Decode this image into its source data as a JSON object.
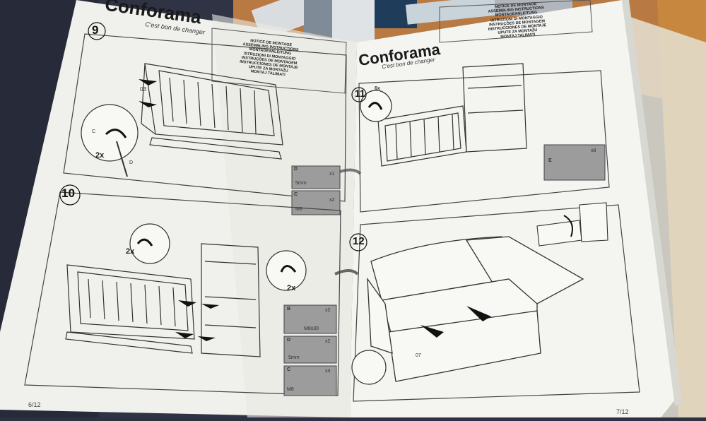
{
  "left_page": {
    "brand": "Conforama",
    "tagline": "C'est bon de changer",
    "notice": [
      "NOTICE DE MONTAGE",
      "ASSEMBLING INSTRUCTIONS",
      "MONTAGEANLEITUNG",
      "ISTRUZIONI DI MONTAGGIO",
      "INSTRUÇÕES DE MONTAGEM",
      "INSTRUCCIONES DE MONTAJE",
      "UPUTE ZA MONTAŽU",
      "MONTAJ TALIMATI"
    ],
    "step_9": {
      "number": "9",
      "part_label": "03",
      "callouts": [
        "C",
        "D"
      ],
      "count": "2x",
      "parts": [
        {
          "letter": "D",
          "qty": "x1",
          "text": "5mm"
        },
        {
          "letter": "C",
          "qty": "x2",
          "text": "M8"
        }
      ]
    },
    "step_10": {
      "number": "10",
      "count_left": "2x",
      "count_right": "2x",
      "parts": [
        {
          "letter": "B",
          "qty": "x2",
          "text": "M8x30"
        },
        {
          "letter": "D",
          "qty": "x2",
          "text": "5mm"
        },
        {
          "letter": "C",
          "qty": "x4",
          "text": "M8"
        }
      ]
    },
    "page_number": "6/12"
  },
  "right_page": {
    "brand": "Conforama",
    "tagline": "C'est bon de changer",
    "notice": [
      "NOTICE DE MONTAGE",
      "ASSEMBLING INSTRUCTIONS",
      "MONTAGEANLEITUNG",
      "ISTRUZIONI DI MONTAGGIO",
      "INSTRUÇÕES DE MONTAGEM",
      "INSTRUCCIONES DE MONTAJE",
      "UPUTE ZA MONTAŽU",
      "MONTAJ TALIMATI"
    ],
    "step_11": {
      "number": "11",
      "count": "6x",
      "parts": [
        {
          "letter": "E",
          "qty": "x8"
        }
      ]
    },
    "step_12": {
      "number": "12",
      "part_label": "07"
    },
    "page_number": "7/12"
  },
  "colors": {
    "paper": "#f2f2ef",
    "ink": "#2a2a2a",
    "part_box": "#9a9a9a",
    "background_table": "#2d3142",
    "wood": "#b8773f"
  }
}
